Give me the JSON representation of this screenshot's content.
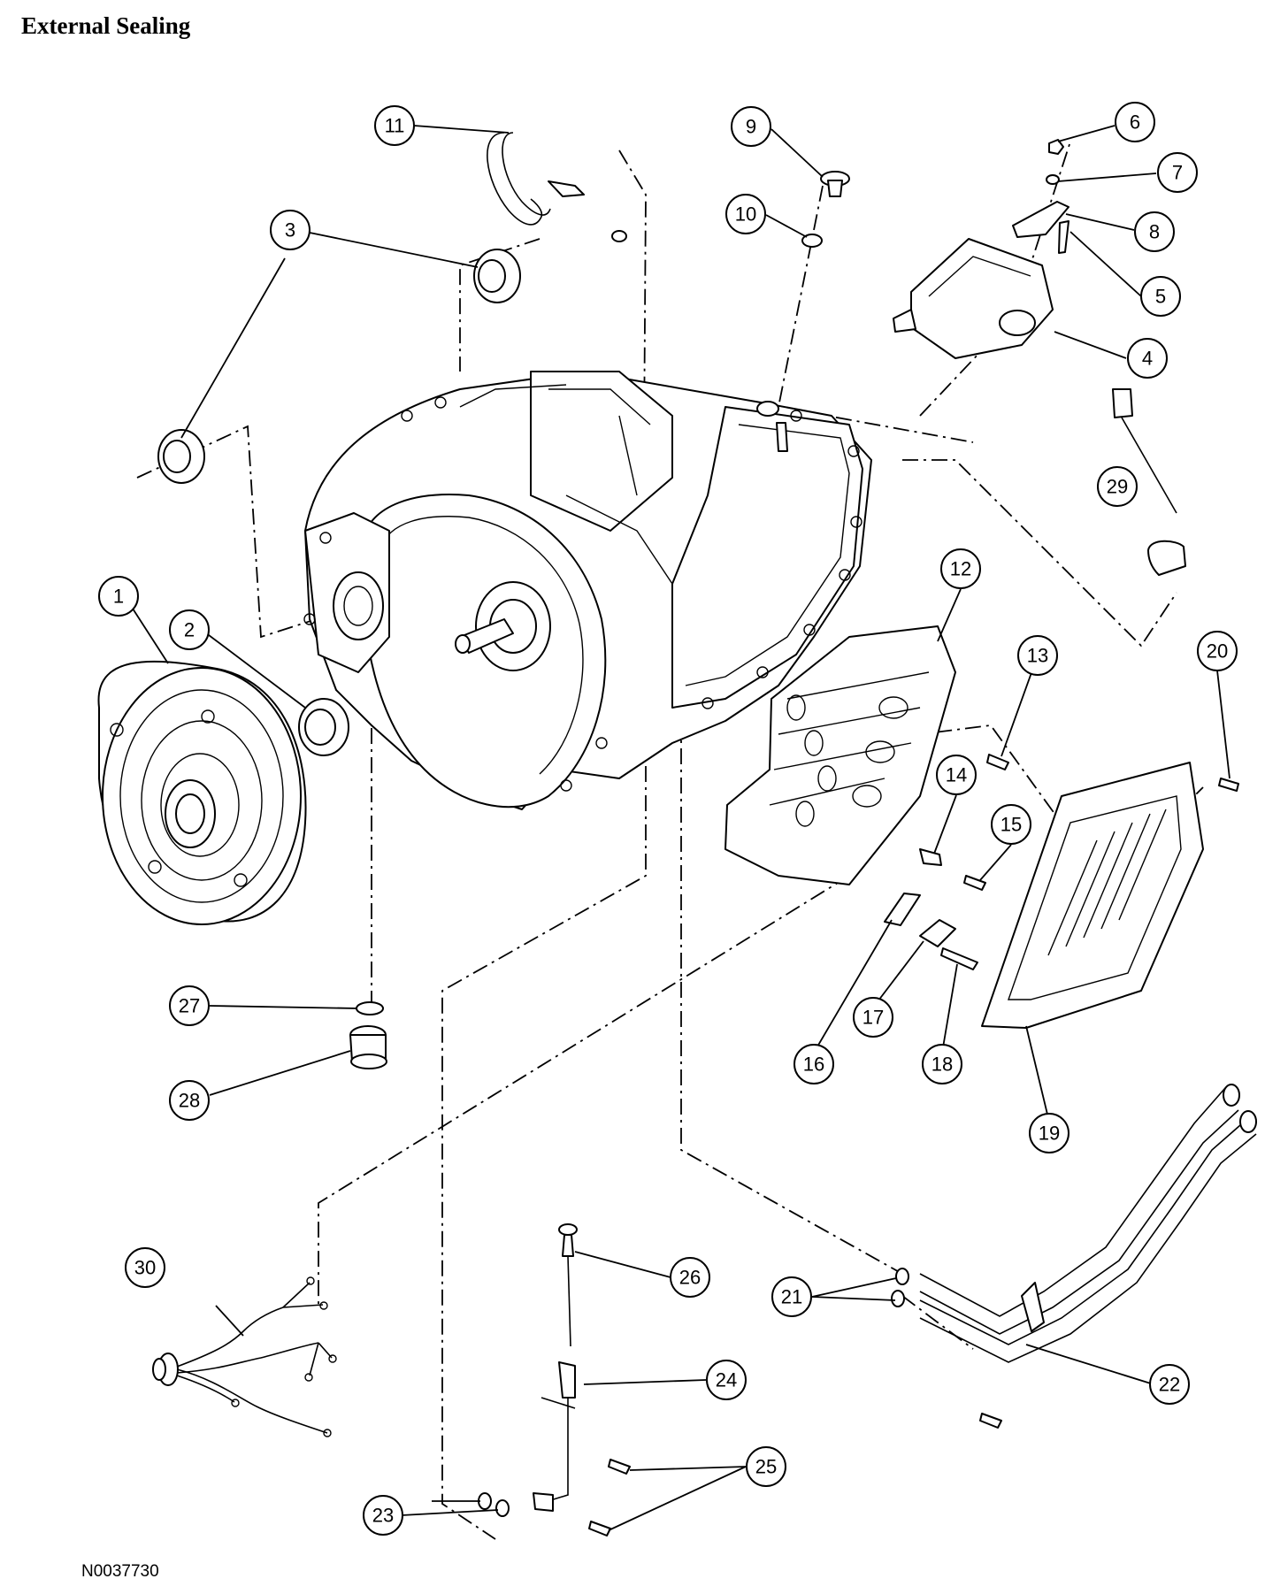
{
  "title": "External Sealing",
  "figure_id": "N0037730",
  "callouts": [
    "1",
    "2",
    "3",
    "4",
    "5",
    "6",
    "7",
    "8",
    "9",
    "10",
    "11",
    "12",
    "13",
    "14",
    "15",
    "16",
    "17",
    "18",
    "19",
    "20",
    "21",
    "22",
    "23",
    "24",
    "25",
    "26",
    "27",
    "28",
    "29",
    "30"
  ]
}
